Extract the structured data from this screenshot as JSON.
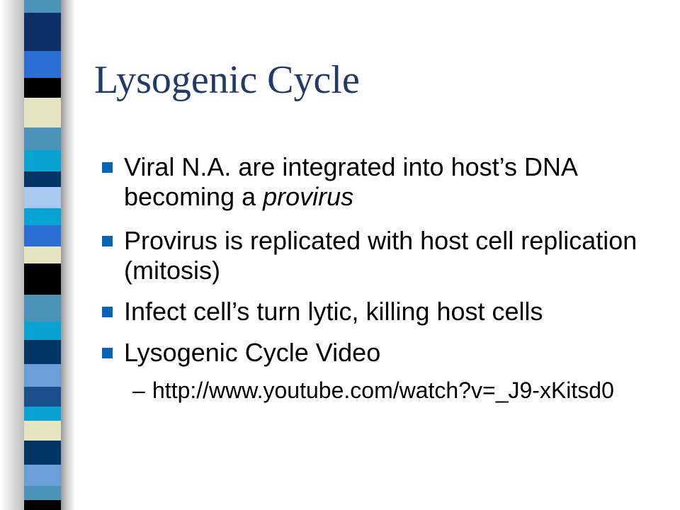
{
  "slide": {
    "title": "Lysogenic Cycle",
    "bullets": [
      {
        "text_before": "Viral N.A. are integrated into host’s DNA becoming a ",
        "text_italic": "provirus"
      },
      {
        "text": "Provirus is replicated with host cell replication (mitosis)"
      },
      {
        "text": "Infect cell’s turn lytic, killing host cells"
      },
      {
        "text": "Lysogenic Cycle Video"
      }
    ],
    "sub_bullets": [
      {
        "dash": "–",
        "text": "http://www.youtube.com/watch?v=_J9-xKitsd0"
      }
    ]
  },
  "colors": {
    "title": "#1f3a6b",
    "bullet_marker": "#0a66b5",
    "stripe": [
      "#1b4f8c",
      "#4b93b8",
      "#0b2f66",
      "#2a6fd1",
      "#e6e3c0",
      "#000000",
      "#6a9fd9",
      "#09a3d3",
      "#003566",
      "#a8c8ef"
    ]
  }
}
